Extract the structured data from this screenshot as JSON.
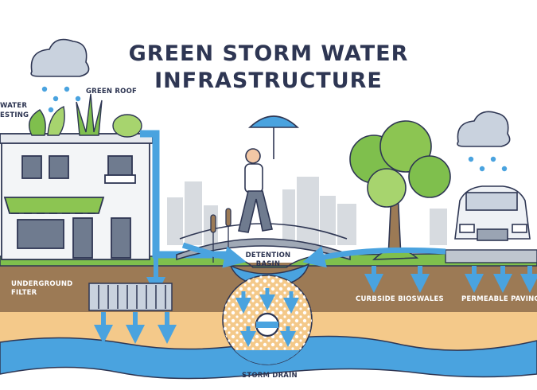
{
  "title": {
    "line1": "GREEN STORM WATER",
    "line2": "INFRASTRUCTURE"
  },
  "labels": {
    "rainwater_harvesting_line1": "WATER",
    "rainwater_harvesting_line2": "ESTING",
    "green_roof": "GREEN ROOF",
    "detention_basin_line1": "DETENTION",
    "detention_basin_line2": "BASIN",
    "underground_filter_line1": "UNDERGROUND",
    "underground_filter_line2": "FILTER",
    "curbside_bioswales": "CURBSIDE BIOSWALES",
    "permeable_paving": "PERMEABLE PAVING",
    "storm_drain": "STORM DRAIN"
  },
  "colors": {
    "outline": "#2e3653",
    "water": "#4aa3df",
    "sky_water": "#bfe3f7",
    "soil": "#9c7a55",
    "sand": "#f4c98a",
    "grass": "#7fbf4d",
    "city": "#d7dbe0"
  },
  "icons": [
    "rain-cloud-icon",
    "umbrella-icon",
    "arrow-down-icon",
    "car-icon",
    "tree-icon",
    "house-icon",
    "bridge-icon",
    "drain-pipe-icon"
  ]
}
